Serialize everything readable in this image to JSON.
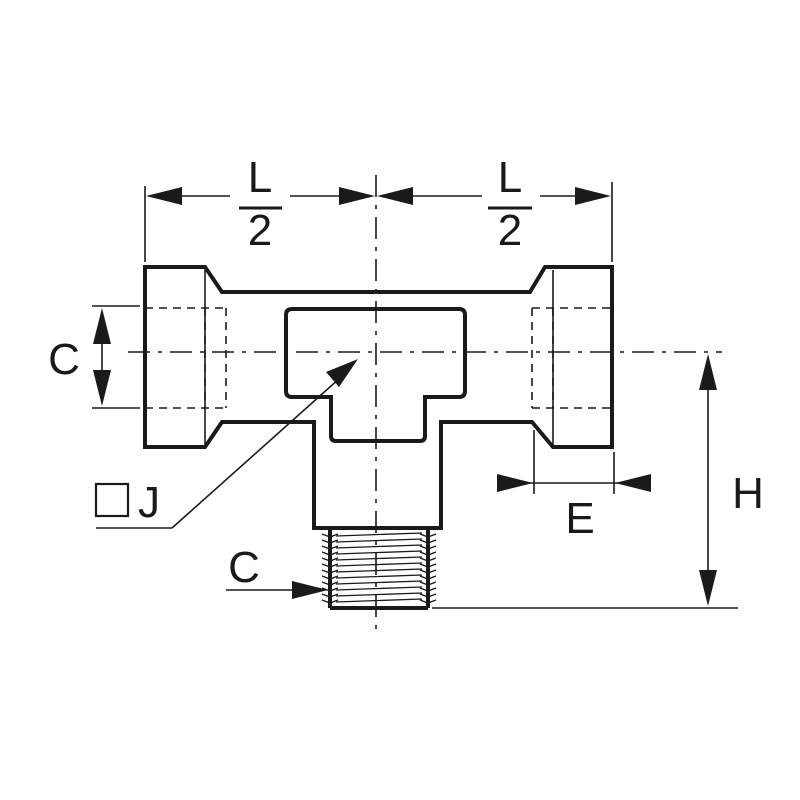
{
  "labels": {
    "left_half_length_numerator": "L",
    "left_half_length_denominator": "2",
    "right_half_length_numerator": "L",
    "right_half_length_denominator": "2",
    "run_port_size": "C",
    "branch_port_size": "C",
    "hex_size": "J",
    "thread_length": "E",
    "height": "H"
  },
  "colors": {
    "line": "#1a1a1a",
    "background": "#ffffff"
  }
}
